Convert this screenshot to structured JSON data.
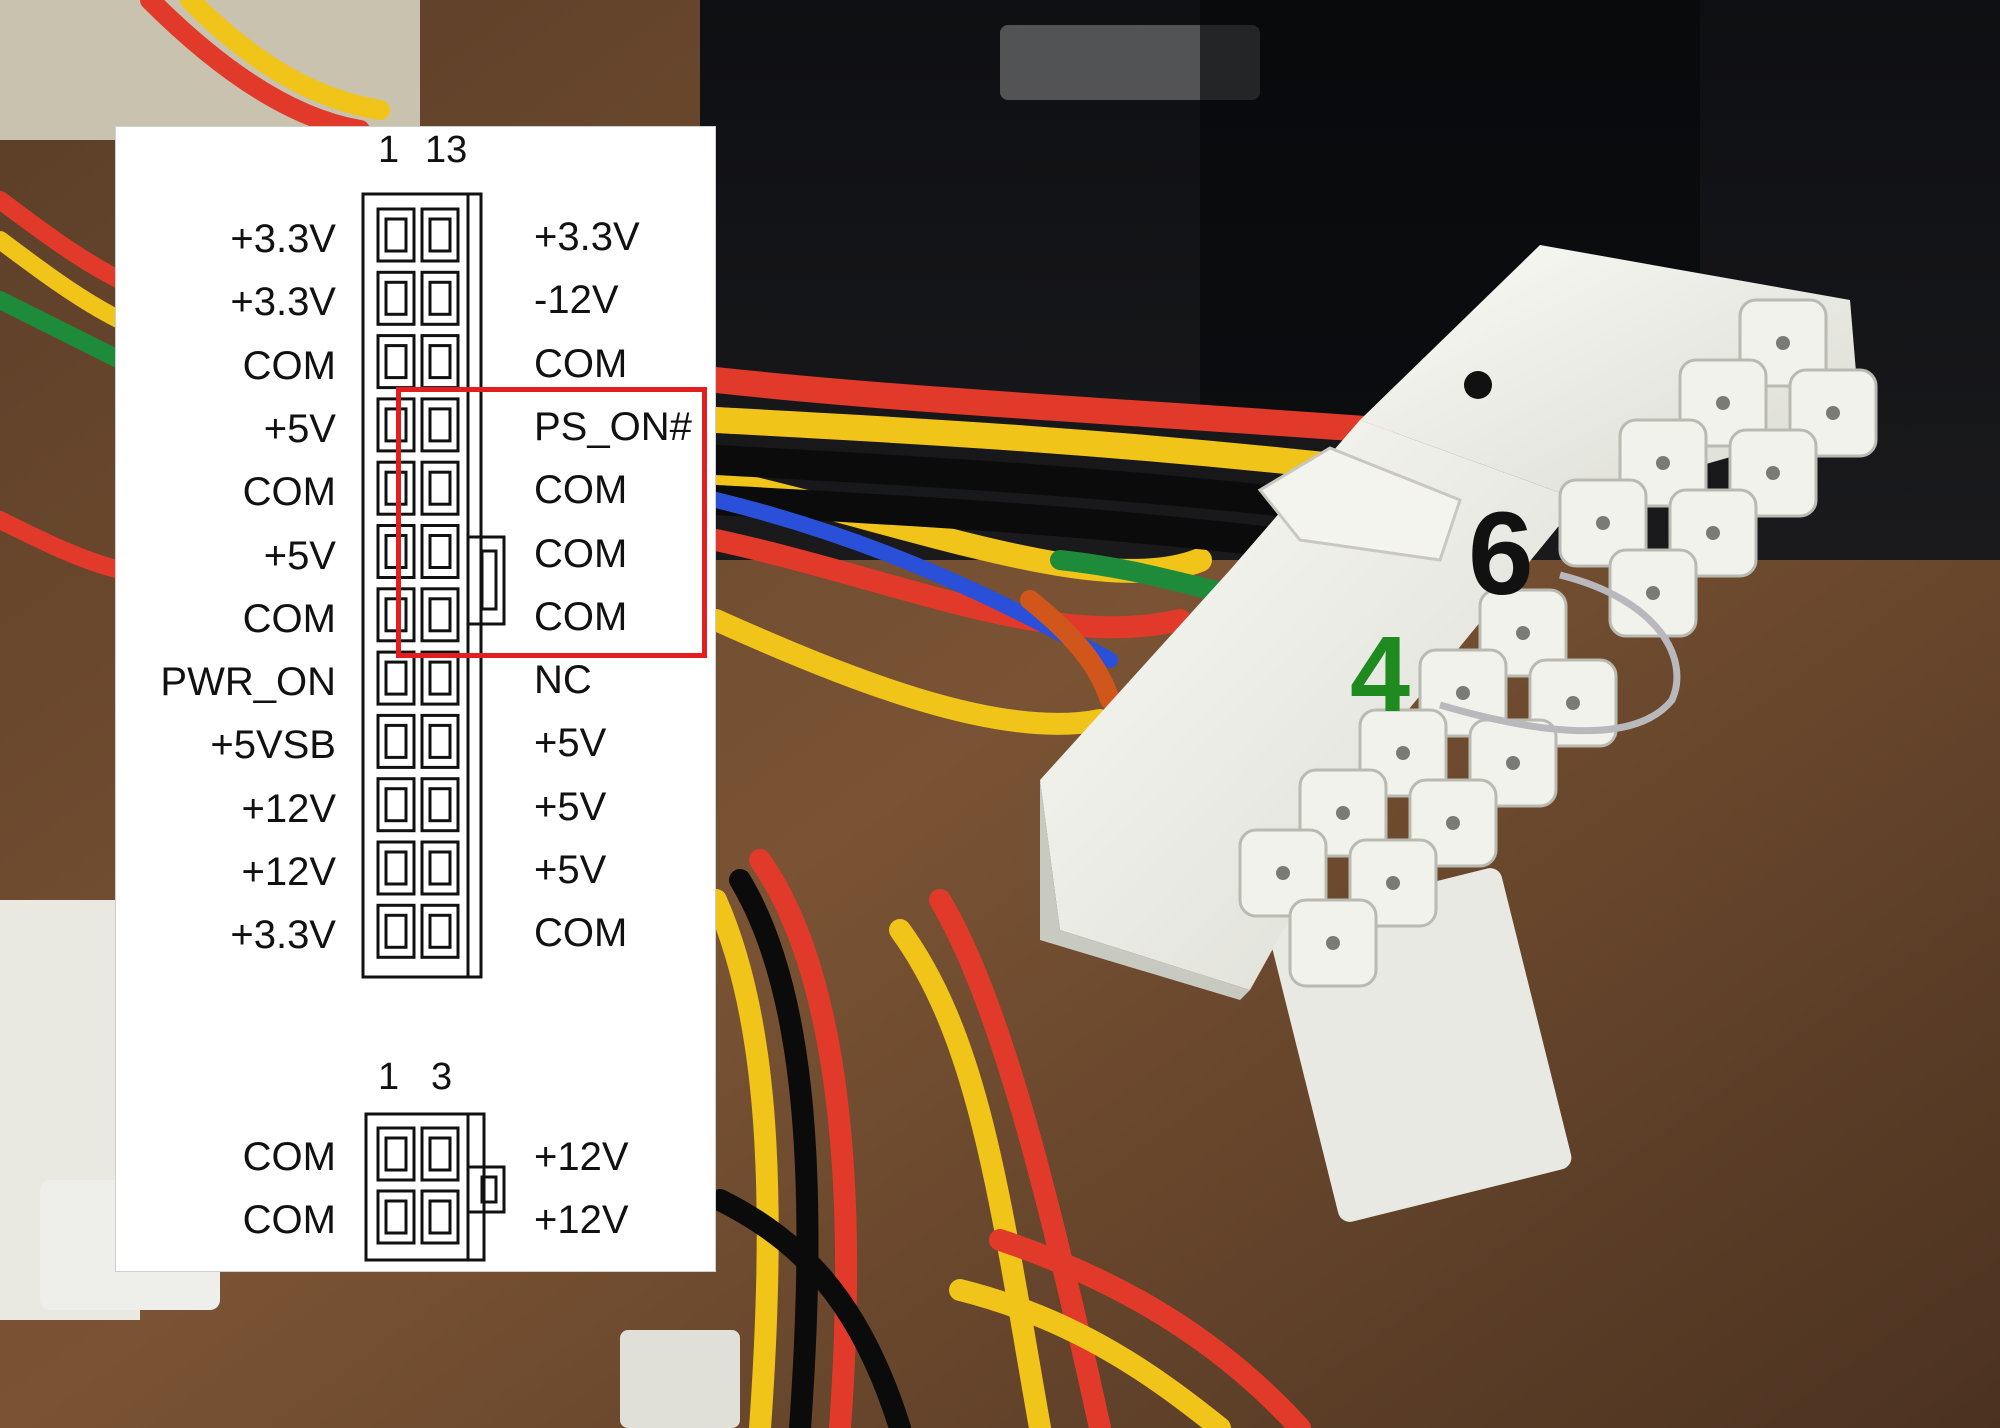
{
  "main_connector": {
    "top_pin_numbers": [
      "1",
      "13"
    ],
    "left_labels": [
      "+3.3V",
      "+3.3V",
      "COM",
      "+5V",
      "COM",
      "+5V",
      "COM",
      "PWR_ON",
      "+5VSB",
      "+12V",
      "+12V",
      "+3.3V"
    ],
    "right_labels": [
      "+3.3V",
      "-12V",
      "COM",
      "PS_ON#",
      "COM",
      "COM",
      "COM",
      "NC",
      "+5V",
      "+5V",
      "+5V",
      "COM"
    ],
    "highlight_color": "#e41e1e"
  },
  "aux_connector": {
    "top_pin_numbers": [
      "1",
      "3"
    ],
    "left_labels": [
      "COM",
      "COM"
    ],
    "right_labels": [
      "+12V",
      "+12V"
    ]
  },
  "photo_annotations": {
    "six": {
      "text": "6",
      "color": "#111111"
    },
    "four": {
      "text": "4",
      "color": "#1f8a1f"
    }
  }
}
